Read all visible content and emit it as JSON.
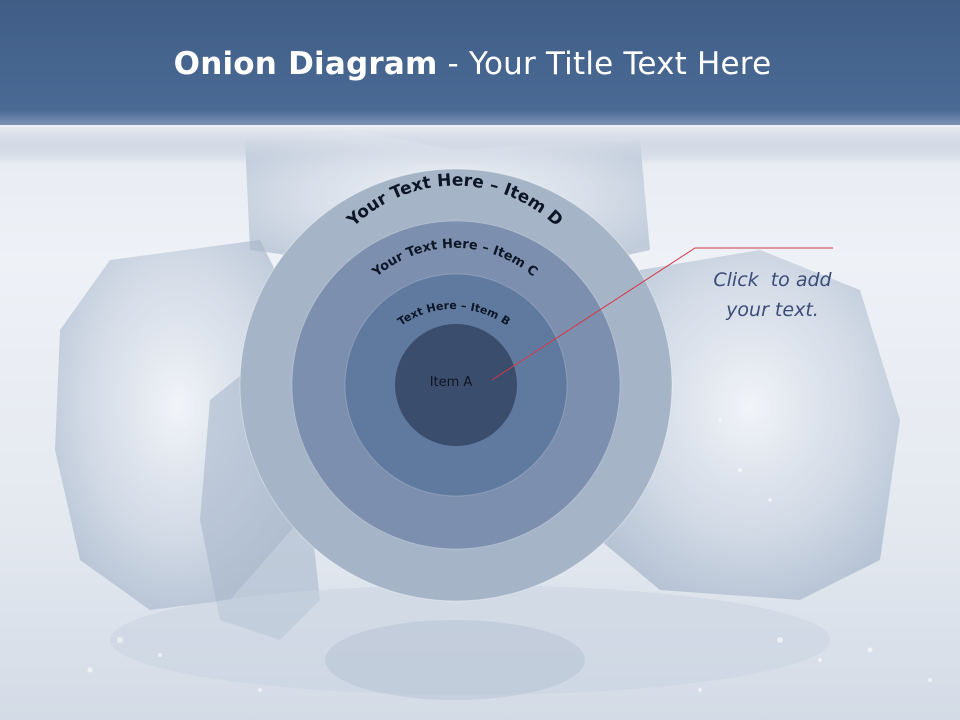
{
  "slide": {
    "title_bold": "Onion Diagram",
    "title_rest": " - Your Title Text Here",
    "callout_line1": "Click  to add",
    "callout_line2": "your text."
  },
  "diagram": {
    "layers": [
      {
        "id": "item-d",
        "label": "Your Text Here – Item D",
        "color": "#a6b4c8"
      },
      {
        "id": "item-c",
        "label": "Your Text Here – Item C",
        "color": "#7c8fae"
      },
      {
        "id": "item-b",
        "label": "Text Here – Item B",
        "color": "#607a9f"
      },
      {
        "id": "item-a",
        "label": "Item A",
        "color": "#3b4d6d"
      }
    ],
    "connector_color": "#d33a4a"
  },
  "colors": {
    "header": "#46658f",
    "title_text": "#ffffff",
    "callout_text": "#3b4c78"
  }
}
